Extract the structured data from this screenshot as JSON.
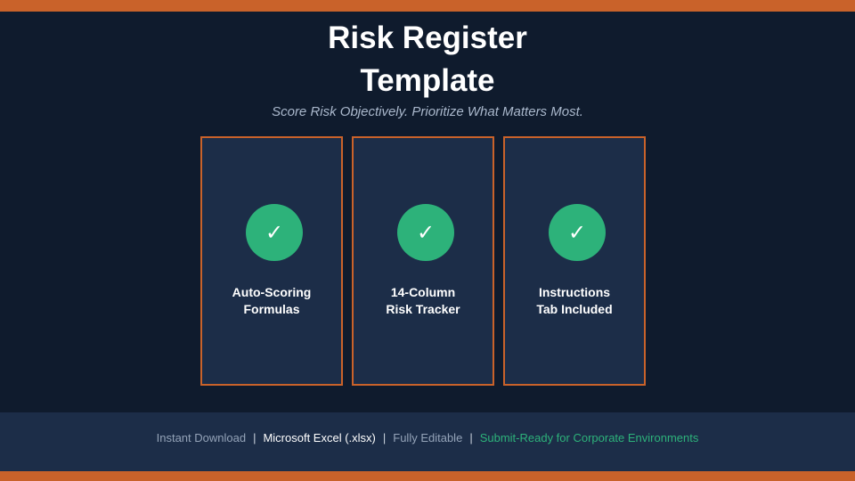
{
  "title_lines": [
    "Risk Register",
    "Template"
  ],
  "subtitle": "Score Risk Objectively. Prioritize What Matters Most.",
  "cards": [
    {
      "icon": "check-icon",
      "glyph": "✓",
      "label_lines": [
        "Auto-Scoring",
        "Formulas"
      ]
    },
    {
      "icon": "check-icon",
      "glyph": "✓",
      "label_lines": [
        "14-Column",
        "Risk Tracker"
      ]
    },
    {
      "icon": "check-icon",
      "glyph": "✓",
      "label_lines": [
        "Instructions",
        "Tab Included"
      ]
    }
  ],
  "footer": {
    "items": [
      "Instant Download",
      "Microsoft Excel (.xlsx)",
      "Fully Editable",
      "Submit-Ready for Corporate Environments"
    ],
    "separator": "|"
  },
  "colors": {
    "background": "#0f1b2d",
    "accent": "#c9622a",
    "card": "#1c2d48",
    "check": "#2db27a"
  }
}
